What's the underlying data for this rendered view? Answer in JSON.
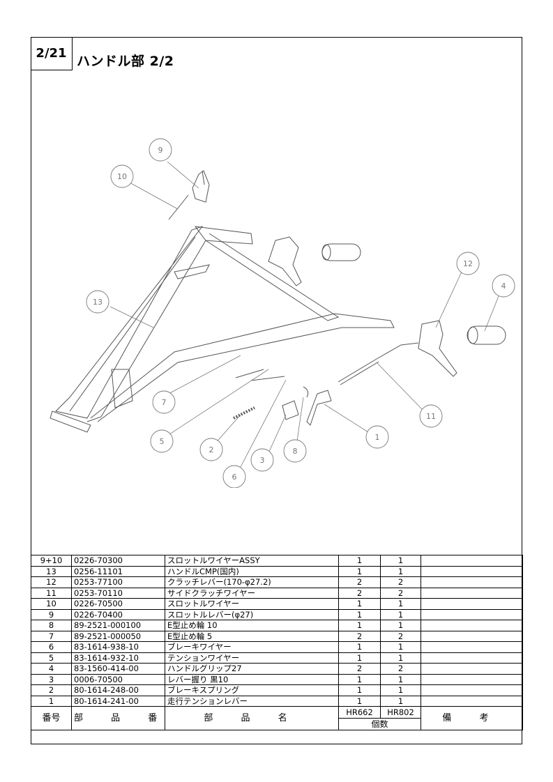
{
  "page": {
    "number": "2/21",
    "title": "ハンドル部  2/2"
  },
  "callouts": [
    "1",
    "2",
    "3",
    "4",
    "5",
    "6",
    "7",
    "8",
    "9",
    "10",
    "11",
    "12",
    "13"
  ],
  "table": {
    "headers": {
      "no": "番号",
      "part_no": "部 品 番 号",
      "part_name": "部 品 名",
      "model1": "HR662",
      "model2": "HR802",
      "qty": "個数",
      "remarks": "備 考"
    },
    "rows": [
      {
        "no": "9+10",
        "part_no": "0226-70300",
        "name": "スロットルワイヤーASSY",
        "q1": "1",
        "q2": "1",
        "remarks": ""
      },
      {
        "no": "13",
        "part_no": "0256-11101",
        "name": "ハンドルCMP(国内)",
        "q1": "1",
        "q2": "1",
        "remarks": ""
      },
      {
        "no": "12",
        "part_no": "0253-77100",
        "name": "クラッチレバー(170-φ27.2)",
        "q1": "2",
        "q2": "2",
        "remarks": ""
      },
      {
        "no": "11",
        "part_no": "0253-70110",
        "name": "サイドクラッチワイヤー",
        "q1": "2",
        "q2": "2",
        "remarks": ""
      },
      {
        "no": "10",
        "part_no": "0226-70500",
        "name": "スロットルワイヤー",
        "q1": "1",
        "q2": "1",
        "remarks": ""
      },
      {
        "no": "9",
        "part_no": "0226-70400",
        "name": "スロットルレバー(φ27)",
        "q1": "1",
        "q2": "1",
        "remarks": ""
      },
      {
        "no": "8",
        "part_no": "89-2521-000100",
        "name": "E型止め輪 10",
        "q1": "1",
        "q2": "1",
        "remarks": ""
      },
      {
        "no": "7",
        "part_no": "89-2521-000050",
        "name": "E型止め輪 5",
        "q1": "2",
        "q2": "2",
        "remarks": ""
      },
      {
        "no": "6",
        "part_no": "83-1614-938-10",
        "name": "ブレーキワイヤー",
        "q1": "1",
        "q2": "1",
        "remarks": ""
      },
      {
        "no": "5",
        "part_no": "83-1614-932-10",
        "name": "テンションワイヤー",
        "q1": "1",
        "q2": "1",
        "remarks": ""
      },
      {
        "no": "4",
        "part_no": "83-1560-414-00",
        "name": "ハンドルグリップ27",
        "q1": "2",
        "q2": "2",
        "remarks": ""
      },
      {
        "no": "3",
        "part_no": "0006-70500",
        "name": "レバー握り 黒10",
        "q1": "1",
        "q2": "1",
        "remarks": ""
      },
      {
        "no": "2",
        "part_no": "80-1614-248-00",
        "name": "ブレーキスプリング",
        "q1": "1",
        "q2": "1",
        "remarks": ""
      },
      {
        "no": "1",
        "part_no": "80-1614-241-00",
        "name": "走行テンションレバー",
        "q1": "1",
        "q2": "1",
        "remarks": ""
      }
    ]
  }
}
